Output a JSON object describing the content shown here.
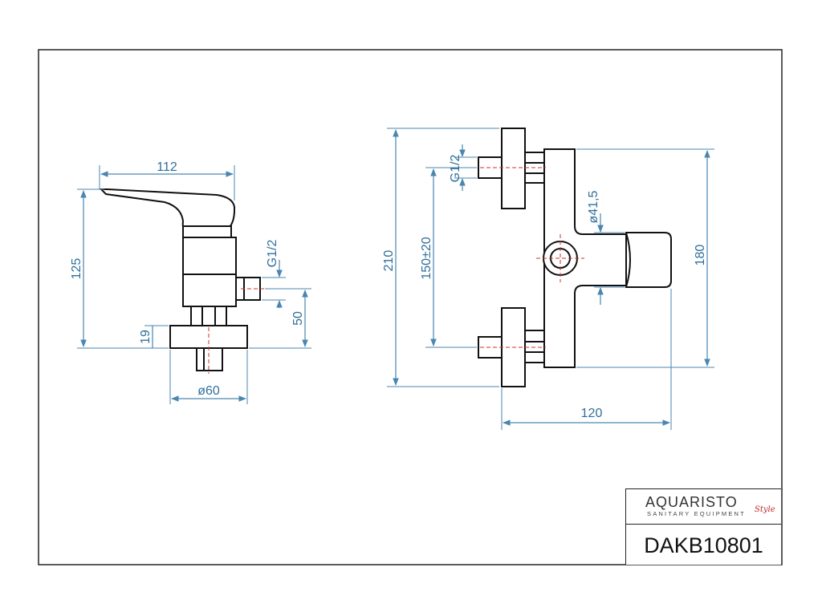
{
  "brand": {
    "name": "AQUARISTO",
    "subtitle": "SANITARY EQUIPMENT",
    "script": "Style"
  },
  "product_code": "DAKB10801",
  "side_view": {
    "dim_width": "112",
    "dim_height": "125",
    "dim_thread": "G1/2",
    "dim_inlet_height": "50",
    "dim_flange": "19",
    "dim_flange_diameter": "ø60"
  },
  "front_view": {
    "dim_overall_height": "210",
    "dim_center_distance": "150±20",
    "dim_thread": "G1/2",
    "dim_outlet_diameter": "ø41,5",
    "dim_body_height": "180",
    "dim_depth": "120"
  }
}
